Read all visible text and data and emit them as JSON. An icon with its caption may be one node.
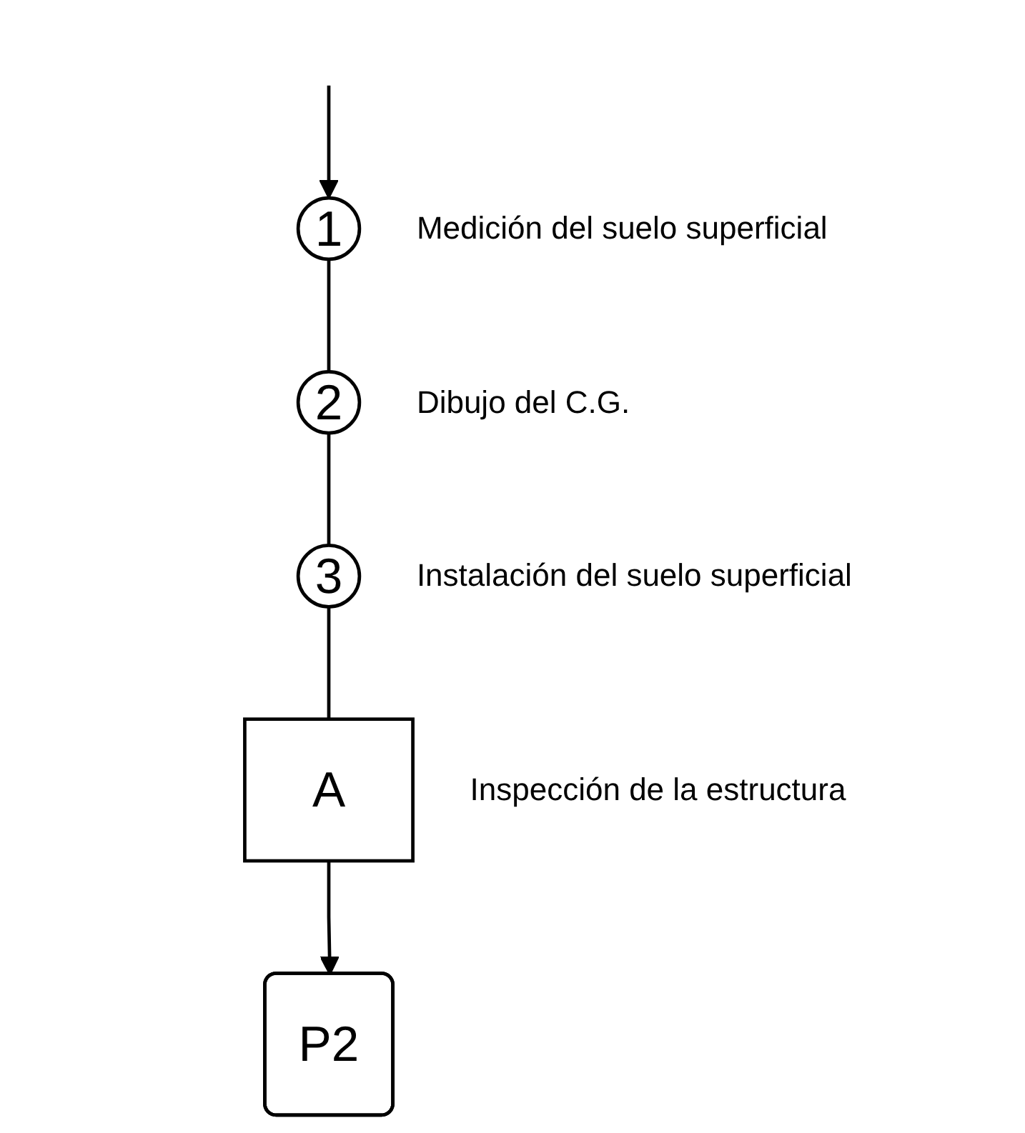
{
  "diagram": {
    "nodes": [
      {
        "text": [
          "1"
        ],
        "beside": [
          "Medición del suelo superficial"
        ]
      },
      {
        "text": [
          "2"
        ],
        "beside": [
          "Dibujo del C.G."
        ]
      },
      {
        "text": [
          "3"
        ],
        "beside": [
          "Instalación del suelo superficial"
        ]
      },
      {
        "text": [
          "A"
        ],
        "beside": [
          "Inspección de la estructura"
        ]
      },
      {
        "text": [
          "P2"
        ]
      }
    ],
    "edges": [
      {
        "from": null,
        "to": 0,
        "arrow": "to"
      },
      {
        "from": 0,
        "to": 1,
        "arrow": "none"
      },
      {
        "from": 1,
        "to": 2,
        "arrow": "none"
      },
      {
        "from": 2,
        "to": 3,
        "arrow": "none"
      },
      {
        "from": 3,
        "to": 4,
        "arrow": "to"
      }
    ]
  }
}
